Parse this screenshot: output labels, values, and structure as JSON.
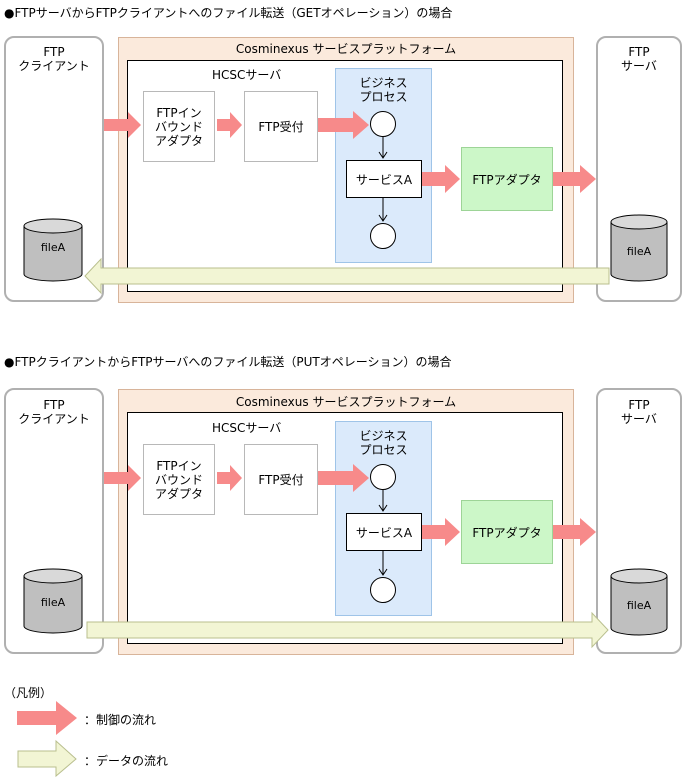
{
  "diagrams": [
    {
      "title": "●FTPサーバからFTPクライアントへのファイル転送（GETオペレーション）の場合",
      "left_node": "FTP\nクライアント",
      "right_node": "FTP\nサーバ",
      "platform": "Cosminexus サービスプラットフォーム",
      "server": "HCSCサーバ",
      "inbound_adapter": "FTPイン\nバウンド\nアダプタ",
      "ftp_reception": "FTP受付",
      "business_process": "ビジネス\nプロセス",
      "service": "サービスA",
      "ftp_adapter": "FTPアダプタ",
      "left_file": "fileA",
      "right_file": "fileA"
    },
    {
      "title": "●FTPクライアントからFTPサーバへのファイル転送（PUTオペレーション）の場合",
      "left_node": "FTP\nクライアント",
      "right_node": "FTP\nサーバ",
      "platform": "Cosminexus サービスプラットフォーム",
      "server": "HCSCサーバ",
      "inbound_adapter": "FTPイン\nバウンド\nアダプタ",
      "ftp_reception": "FTP受付",
      "business_process": "ビジネス\nプロセス",
      "service": "サービスA",
      "ftp_adapter": "FTPアダプタ",
      "left_file": "fileA",
      "right_file": "fileA"
    }
  ],
  "legend": {
    "title": "（凡例）",
    "control_flow": "：制御の流れ",
    "data_flow": "：データの流れ"
  },
  "colors": {
    "control_arrow": "#f78a8a",
    "data_arrow": "#f2f5d4",
    "platform_bg": "#fbeadc",
    "process_bg": "#dbeafb",
    "adapter_bg": "#ccf7c8"
  }
}
